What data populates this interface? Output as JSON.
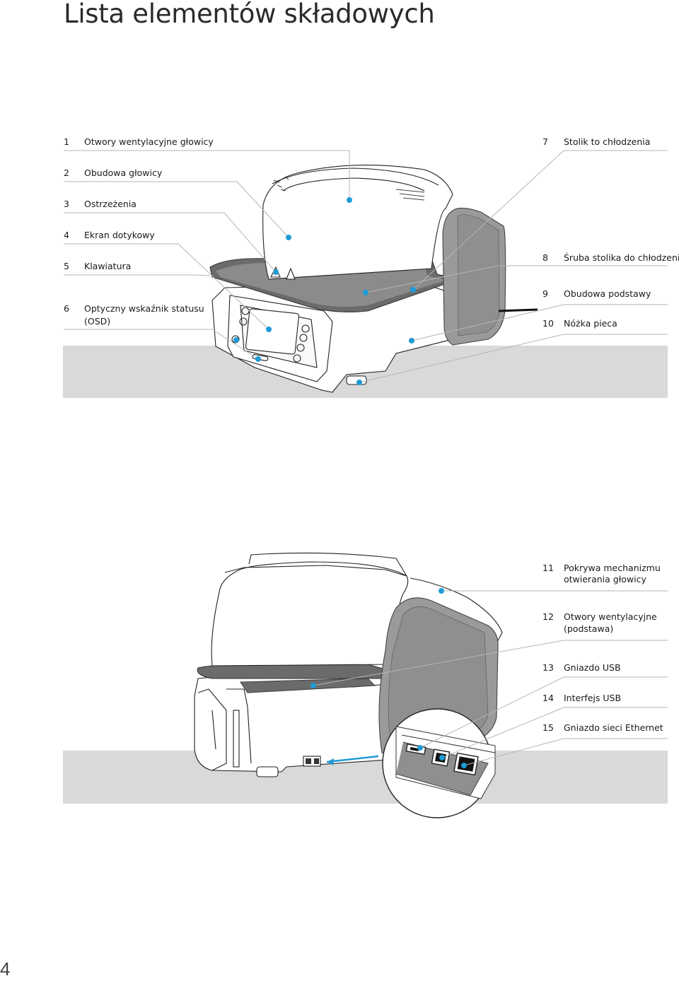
{
  "page": {
    "title": "Lista elementów składowych",
    "page_number": "4"
  },
  "labels_top_left": [
    {
      "num": "1",
      "text": "Otwory wentylacyjne głowicy"
    },
    {
      "num": "2",
      "text": "Obudowa głowicy"
    },
    {
      "num": "3",
      "text": "Ostrzeżenia"
    },
    {
      "num": "4",
      "text": "Ekran dotykowy"
    },
    {
      "num": "5",
      "text": "Klawiatura"
    },
    {
      "num": "6",
      "text": "Optyczny wskaźnik statusu",
      "text2": "(OSD)"
    }
  ],
  "labels_top_right": [
    {
      "num": "7",
      "text": "Stolik to chłodzenia"
    },
    {
      "num": "8",
      "text": "Śruba stolika do chłodzenia"
    },
    {
      "num": "9",
      "text": "Obudowa podstawy"
    },
    {
      "num": "10",
      "text": "Nóżka pieca"
    }
  ],
  "labels_bottom_right": [
    {
      "num": "11",
      "text": "Pokrywa mechanizmu",
      "text2": "otwierania głowicy"
    },
    {
      "num": "12",
      "text": "Otwory wentylacyjne",
      "text2": "(podstawa)"
    },
    {
      "num": "13",
      "text": "Gniazdo USB"
    },
    {
      "num": "14",
      "text": "Interfejs USB"
    },
    {
      "num": "15",
      "text": "Gniazdo sieci Ethernet"
    }
  ],
  "colors": {
    "marker": "#1f9ad6",
    "band": "#d9d9d9",
    "panel_gray": "#9a9a9a",
    "tray_dark": "#6b6b6b"
  }
}
